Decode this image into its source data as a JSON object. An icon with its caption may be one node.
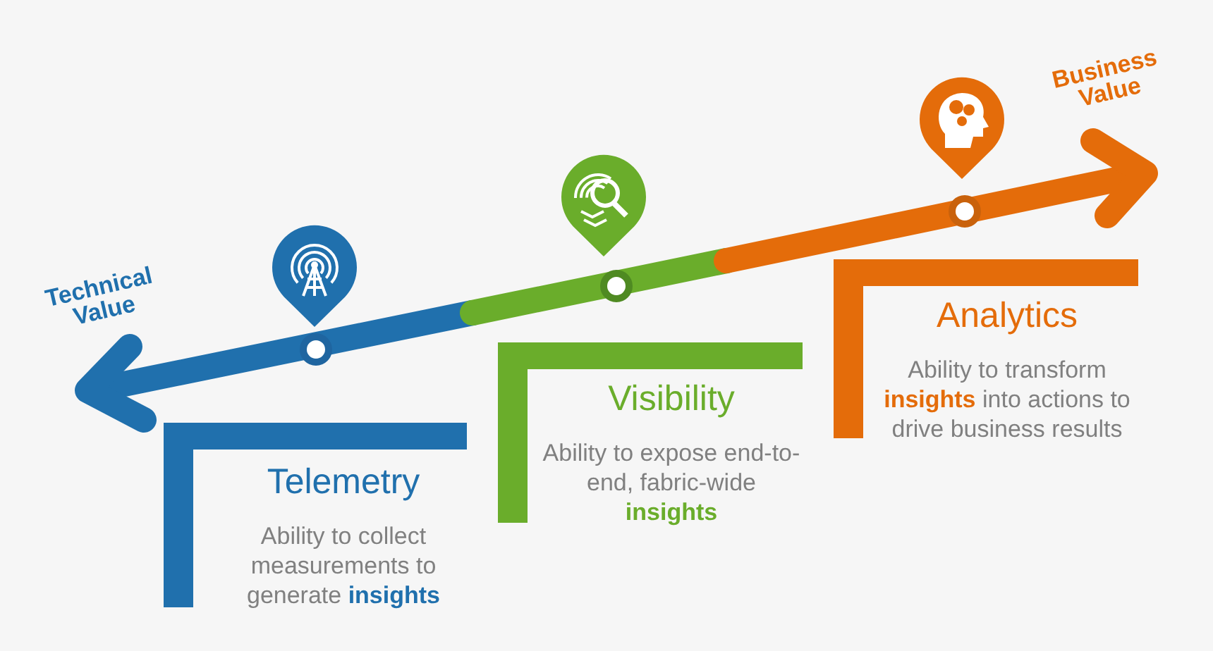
{
  "diagram": {
    "nodes": [
      {
        "text": [
          "Telemetry",
          "Ability to collect measurements to generate **insights**"
        ]
      },
      {
        "text": [
          "Visibility",
          "Ability to expose end-to-end, fabric-wide **insights**"
        ]
      },
      {
        "text": [
          "Analytics",
          "Ability to transform **insights** into actions to drive business results"
        ]
      }
    ],
    "labels": [
      "Technical Value",
      "Business Value"
    ]
  }
}
